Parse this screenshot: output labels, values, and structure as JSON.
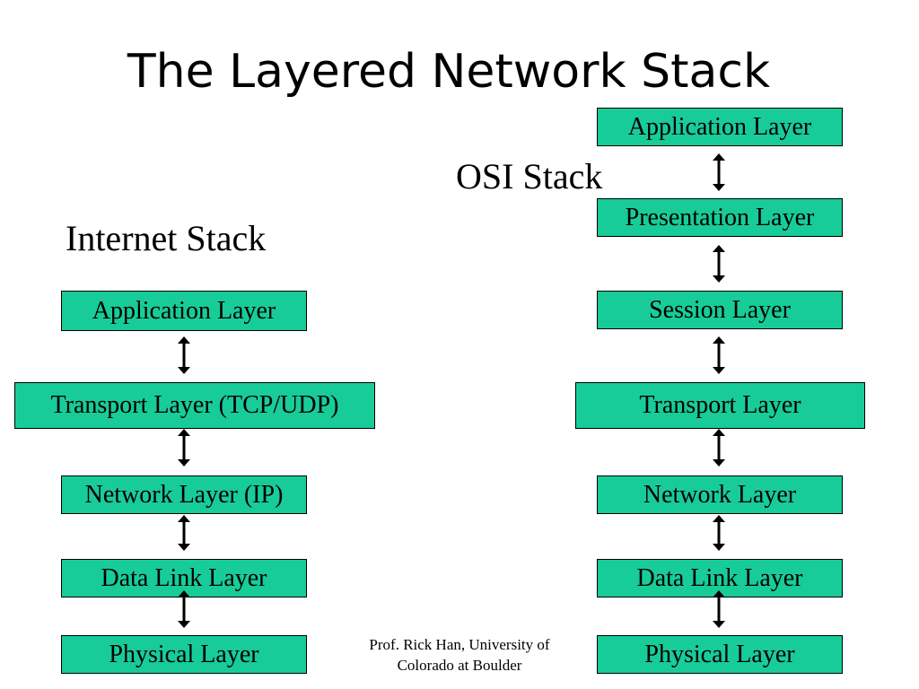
{
  "title": "The Layered Network Stack",
  "internet_stack": {
    "label": "Internet Stack",
    "layers": [
      "Application Layer",
      "Transport Layer (TCP/UDP)",
      "Network Layer (IP)",
      "Data Link Layer",
      "Physical Layer"
    ]
  },
  "osi_stack": {
    "label": "OSI Stack",
    "layers": [
      "Application Layer",
      "Presentation Layer",
      "Session Layer",
      "Transport Layer",
      "Network Layer",
      "Data Link Layer",
      "Physical Layer"
    ]
  },
  "footer": {
    "line1": "Prof. Rick Han, University of",
    "line2": "Colorado at Boulder"
  },
  "colors": {
    "layer_fill": "#18cc99",
    "border": "#000000",
    "background": "#ffffff"
  }
}
